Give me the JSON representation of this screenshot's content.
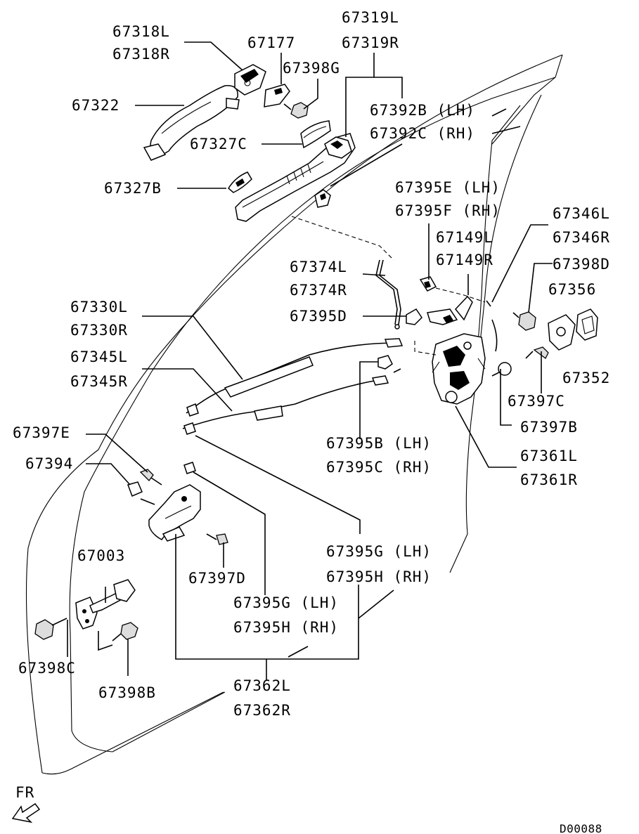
{
  "diagram_code": "D00088",
  "direction_label": "FR",
  "callouts": {
    "c1": [
      "67318L",
      "67318R"
    ],
    "c2": [
      "67177"
    ],
    "c3": [
      "67319L",
      "67319R"
    ],
    "c4": [
      "67398G"
    ],
    "c5": [
      "67322"
    ],
    "c6": [
      "67392B (LH)",
      "67392C (RH)"
    ],
    "c7": [
      "67327C"
    ],
    "c8": [
      "67327B"
    ],
    "c9": [
      "67395E (LH)",
      "67395F (RH)"
    ],
    "c10": [
      "67346L",
      "67346R"
    ],
    "c11": [
      "67149L",
      "67149R"
    ],
    "c12": [
      "67398D"
    ],
    "c13": [
      "67374L",
      "67374R"
    ],
    "c14": [
      "67356"
    ],
    "c15": [
      "67330L",
      "67330R"
    ],
    "c16": [
      "67395D"
    ],
    "c17": [
      "67352"
    ],
    "c18": [
      "67345L",
      "67345R"
    ],
    "c19": [
      "67397C"
    ],
    "c20": [
      "67397E"
    ],
    "c21": [
      "67397B"
    ],
    "c22": [
      "67395B (LH)",
      "67395C (RH)"
    ],
    "c23": [
      "67394"
    ],
    "c24": [
      "67361L",
      "67361R"
    ],
    "c25": [
      "67003"
    ],
    "c26": [
      "67395G (LH)",
      "67395H (RH)"
    ],
    "c27": [
      "67397D"
    ],
    "c28": [
      "67395G (LH)",
      "67395H (RH)"
    ],
    "c29": [
      "67398C"
    ],
    "c30": [
      "67398B"
    ],
    "c31": [
      "67362L",
      "67362R"
    ]
  }
}
